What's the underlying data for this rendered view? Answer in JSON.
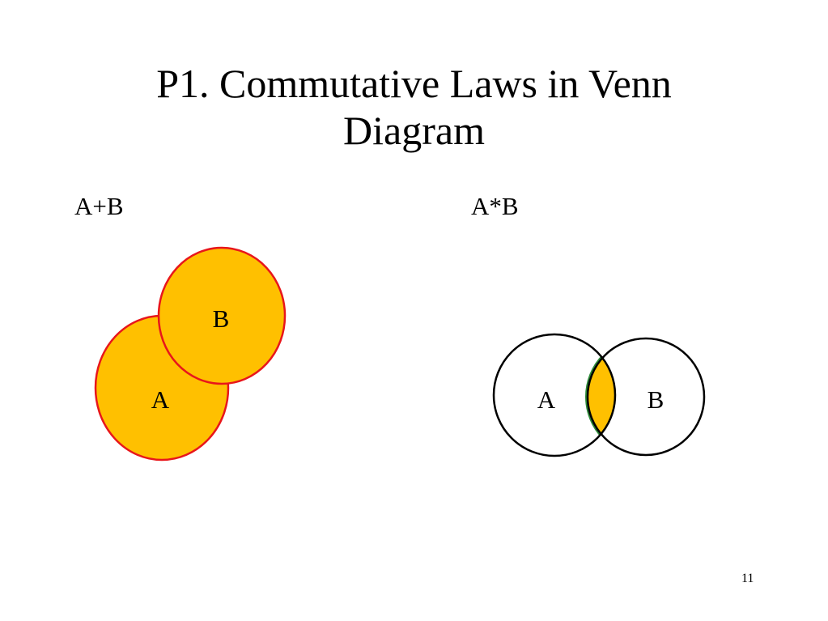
{
  "slide": {
    "title_line1": "P1. Commutative Laws in Venn",
    "title_line2": "Diagram",
    "left_label": "A+B",
    "right_label": "A*B",
    "page_number": "11"
  },
  "union_diagram": {
    "set_a_label": "A",
    "set_b_label": "B",
    "fill_color": "#FFC000",
    "stroke_color": "#E8161B"
  },
  "intersection_diagram": {
    "set_a_label": "A",
    "set_b_label": "B",
    "overlap_fill_color": "#FFC000",
    "overlap_edge_color": "#2E8B3A",
    "stroke_color": "#000000"
  }
}
